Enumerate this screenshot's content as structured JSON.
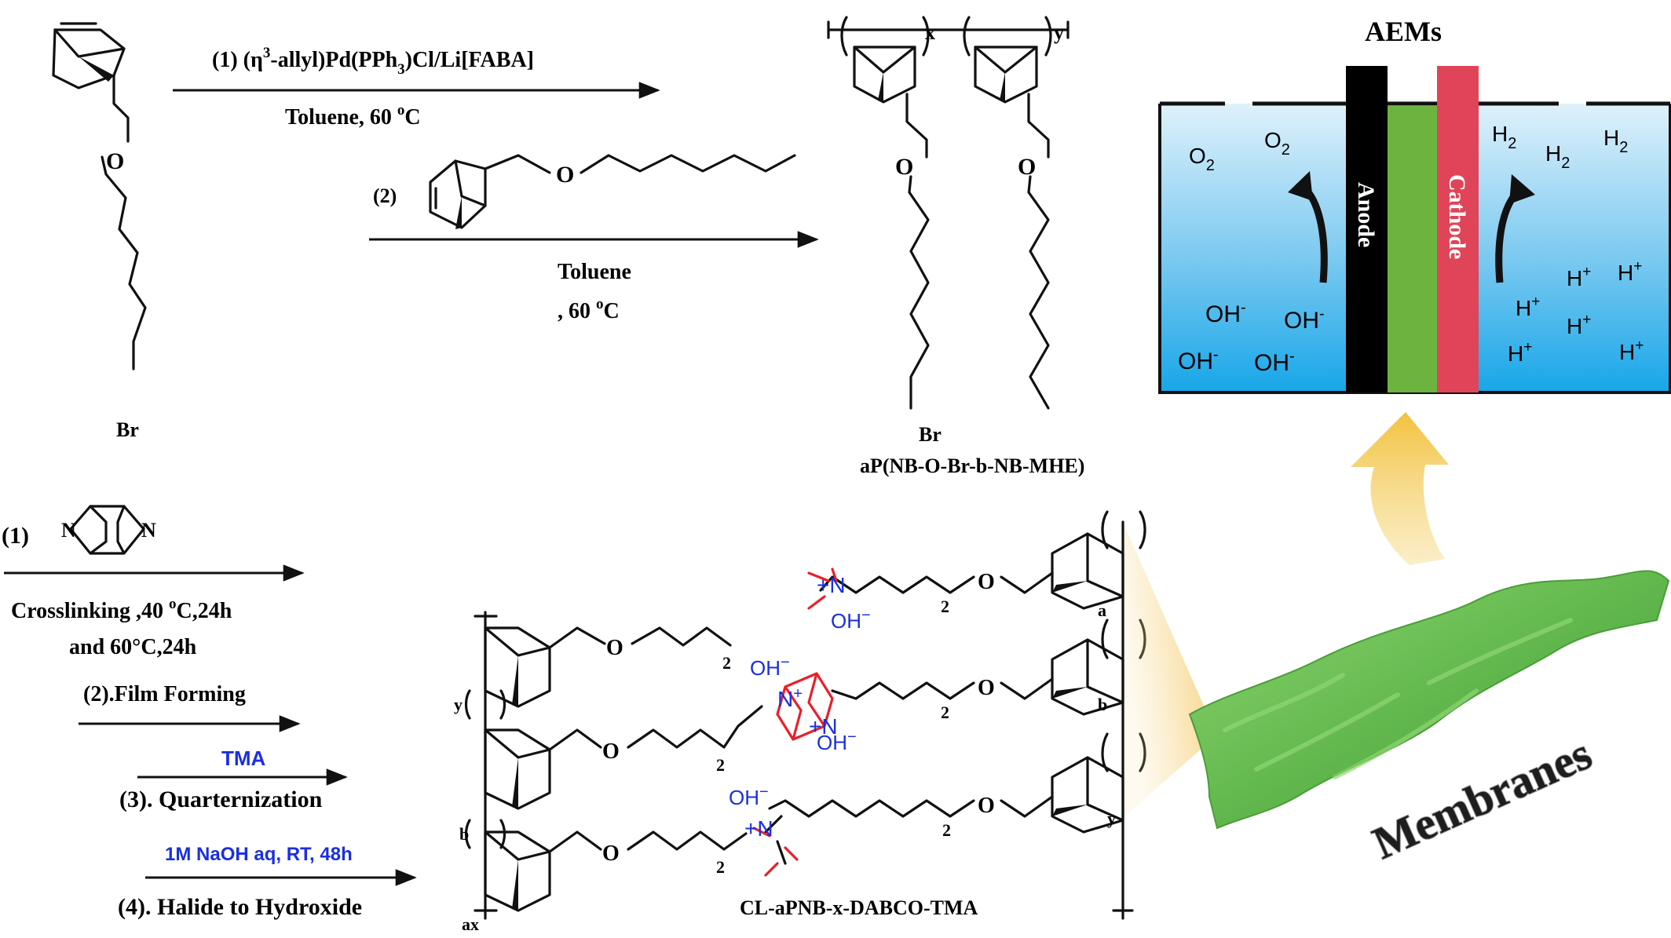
{
  "reaction": {
    "monomer1_br": "Br",
    "monomer1_o": "O",
    "step1_label_a": "(1) (η",
    "step1_label_sup": "3",
    "step1_label_b": "-allyl)Pd(PPh",
    "step1_label_sub": "3",
    "step1_label_c": ")Cl/Li[FABA]",
    "step1_solvent": "Toluene, 60 ",
    "step1_deg": "o",
    "step1_unit": "C",
    "step2_num": "(2)",
    "step2_o": "O",
    "step2_solvent": "Toluene",
    "step2_temp": ", 60 ",
    "step2_deg": "o",
    "step2_unit": "C"
  },
  "polymer": {
    "x_label": "x",
    "y_label": "y",
    "o1": "O",
    "o2": "O",
    "br": "Br",
    "name": "aP(NB-O-Br-b-NB-MHE)"
  },
  "conditions": {
    "c1_num": "(1)",
    "dabco_n1": "N",
    "dabco_n2": "N",
    "crosslinking_a": "Crosslinking ,40 ",
    "crosslinking_deg": "o",
    "crosslinking_b": "C,24h",
    "and60": "and 60°C,24h",
    "film": "(2).Film Forming",
    "tma": "TMA",
    "quat": "(3). Quarternization",
    "naoh": "1M NaOH aq, RT, 48h",
    "halide": "(4). Halide to Hydroxide"
  },
  "network": {
    "name": "CL-aPNB-x-DABCO-TMA",
    "oh_minus": "OH",
    "minus": "−",
    "n_plus": "N",
    "plus": "+",
    "o": "O",
    "sub2": "2",
    "a": "a",
    "b": "b",
    "x": "x",
    "y": "y"
  },
  "cell": {
    "title": "AEMs",
    "anode": "Anode",
    "cathode": "Cathode",
    "o2": "O",
    "o2_sub": "2",
    "h2": "H",
    "h2_sub": "2",
    "oh": "OH",
    "oh_sup": "-",
    "h": "H",
    "h_sup": "+",
    "colors": {
      "anode": "#000000",
      "cathode": "#e04458",
      "membrane": "#6db33f",
      "electrolyte_top": "#d8eefa",
      "electrolyte_bottom": "#1aa7e8"
    }
  },
  "membrane": {
    "label": "Membranes",
    "color": "#6abf55"
  }
}
